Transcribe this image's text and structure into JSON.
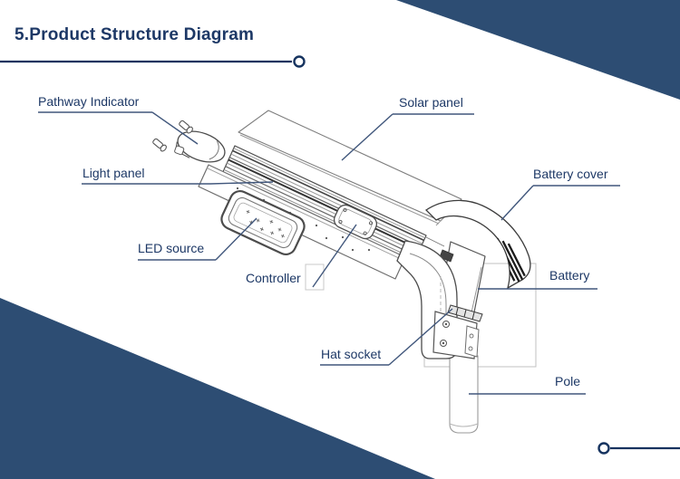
{
  "page": {
    "title": "5.Product Structure Diagram"
  },
  "colors": {
    "accent_text": "#1d3866",
    "leader_line": "#41577c",
    "corner_shape": "#2d4d73",
    "drawing_stroke": "#5a5a5a",
    "background": "#ffffff"
  },
  "diagram": {
    "subject": "all-in-one solar street light exploded view",
    "labels": [
      {
        "id": "pathway-indicator",
        "text": "Pathway Indicator"
      },
      {
        "id": "light-panel",
        "text": "Light panel"
      },
      {
        "id": "led-source",
        "text": "LED source"
      },
      {
        "id": "controller",
        "text": "Controller"
      },
      {
        "id": "hat-socket",
        "text": "Hat socket"
      },
      {
        "id": "solar-panel",
        "text": "Solar panel"
      },
      {
        "id": "battery-cover",
        "text": "Battery cover"
      },
      {
        "id": "battery",
        "text": "Battery"
      },
      {
        "id": "pole",
        "text": "Pole"
      }
    ]
  }
}
